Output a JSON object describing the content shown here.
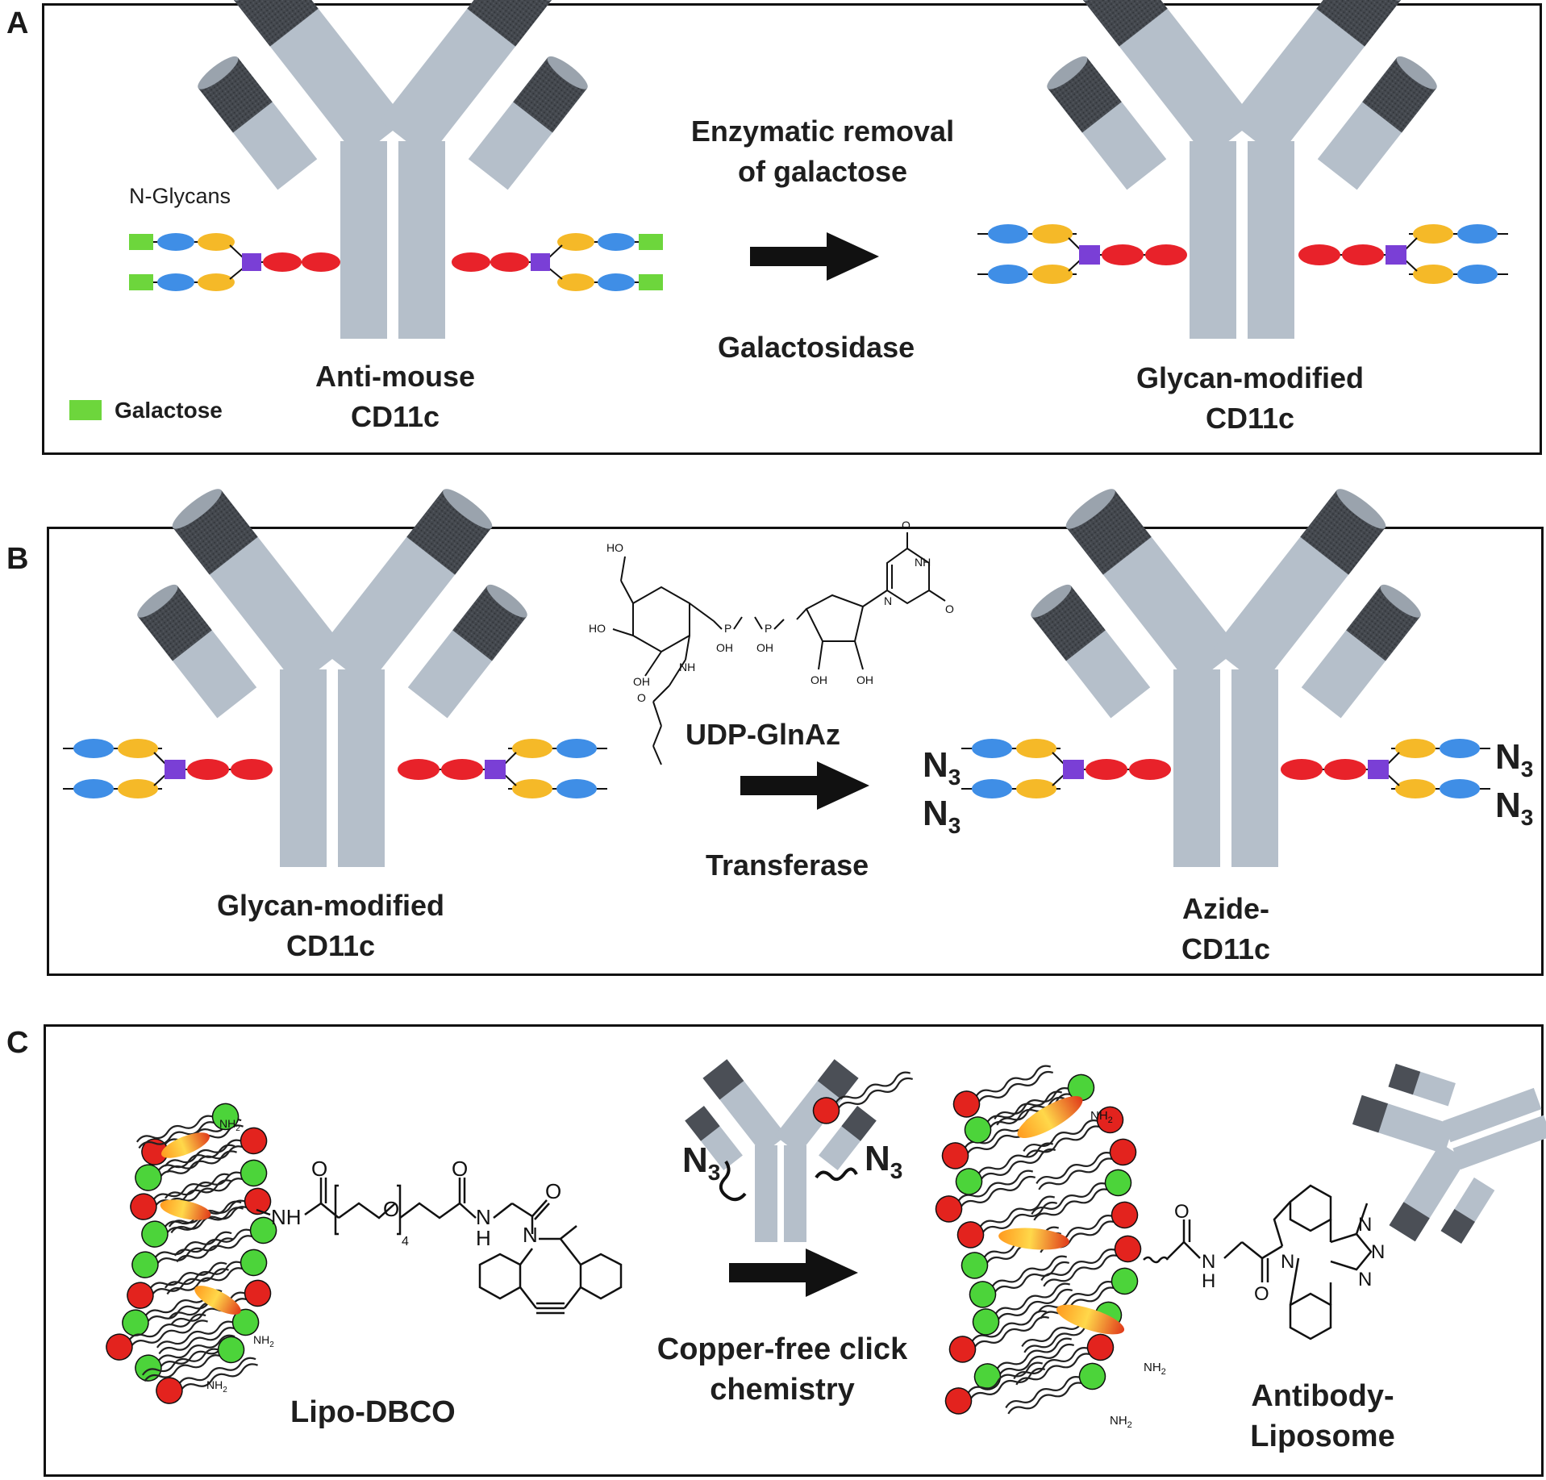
{
  "panels": {
    "a": {
      "letter": "A",
      "ng_label": "N-Glycans",
      "legend_label": "Galactose",
      "left_label": [
        "Anti-mouse",
        "CD11c"
      ],
      "step_top": [
        "Enzymatic removal",
        "of galactose"
      ],
      "step_bottom": "Galactosidase",
      "right_label": [
        "Glycan-modified",
        "CD11c"
      ]
    },
    "b": {
      "letter": "B",
      "left_label": [
        "Glycan-modified",
        "CD11c"
      ],
      "reagent": "UDP-GlnAz",
      "step_bottom": "Transferase",
      "right_label": [
        "Azide-",
        "CD11c"
      ],
      "azide_group": "N",
      "azide_sub": "3"
    },
    "c": {
      "letter": "C",
      "left_label": "Lipo-DBCO",
      "step_bottom": [
        "Copper-free click",
        "chemistry"
      ],
      "right_label": [
        "Antibody-",
        "Liposome"
      ],
      "azide_group": "N",
      "azide_sub": "3"
    }
  },
  "chem": {
    "oh": "OH",
    "ho": "HO",
    "nh": "NH",
    "h": "H",
    "n": "N",
    "o": "O",
    "p": "P",
    "nh2": "NH",
    "sub2": "2",
    "peg_repeat": "4"
  },
  "colors": {
    "antibody_light": "#b5bfca",
    "antibody_dark": "#4b4f56",
    "galactose": "#6dd63c",
    "glcnac": "#3f8ee6",
    "mannose": "#f5b928",
    "fucose_red": "#e8222a",
    "branch": "#7a3fd6",
    "lipid_red": "#e3231e",
    "lipid_green": "#4cd43a"
  }
}
